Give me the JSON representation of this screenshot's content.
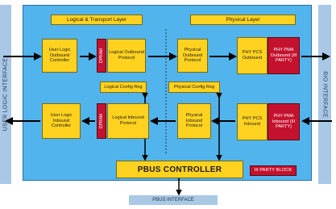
{
  "left_interface": "USER LOGIC INTERFACE",
  "right_interface": "RIO INTERFACE",
  "bottom_interface": "PBUS INTERFACE",
  "headers": {
    "logical_transport": "Logical & Transport Layer",
    "physical": "Physical Layer"
  },
  "blocks": {
    "user_outbound": "User Logic Outbound Controller",
    "dpram_top": "DPRAM",
    "logical_outbound": "Logical Outbound Protocol",
    "physical_outbound": "Physical Outbound Protocol",
    "phy_pcs_outbound": "PHY PCS Outbound",
    "phy_pma_outbound": "PHY PMA Outbound (III PARTY)",
    "logical_config": "Logical Config Reg",
    "physical_config": "Physical Config Reg",
    "user_inbound": "User Logic Inbound Controller",
    "dpram_bottom": "DPRAM",
    "logical_inbound": "Logical Inbound Protocol",
    "physical_inbound": "Physical Inbound Protocol",
    "phy_pcs_inbound": "PHY PCS Inbound",
    "phy_pma_inbound": "PHY PMA Inbound (III PARTY)",
    "pbus_controller": "PBUS CONTROLLER",
    "legend_third_party": "III PARTY BLOCK"
  },
  "colors": {
    "main_bg": "#52b4ec",
    "block": "#ffd21f",
    "third_party": "#c4122e",
    "interface_bar": "#a9c8e6"
  }
}
